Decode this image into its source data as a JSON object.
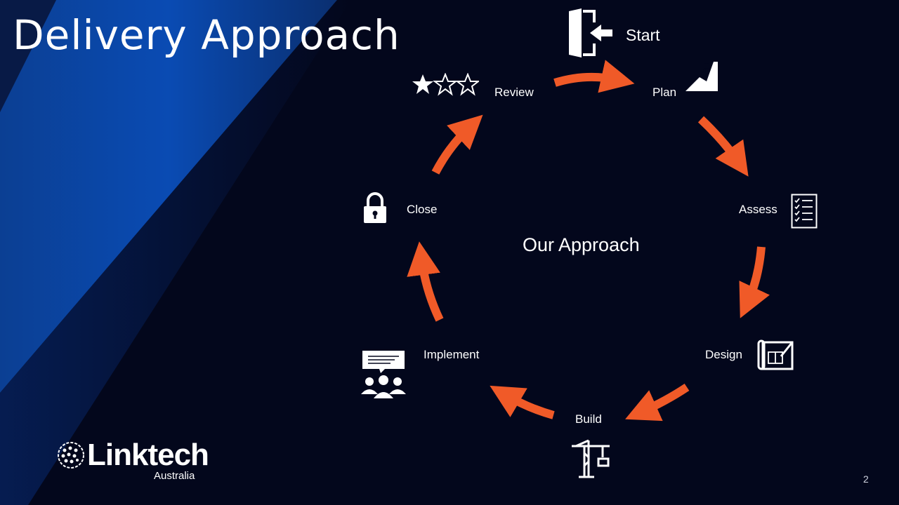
{
  "slide": {
    "title": "Delivery Approach",
    "center_label": "Our Approach",
    "page_number": "2"
  },
  "cycle": {
    "start": {
      "label": "Start",
      "icon": "door-enter-icon"
    },
    "steps": [
      {
        "label": "Plan",
        "icon": "climbing-icon"
      },
      {
        "label": "Assess",
        "icon": "checklist-icon"
      },
      {
        "label": "Design",
        "icon": "blueprint-icon"
      },
      {
        "label": "Build",
        "icon": "crane-icon"
      },
      {
        "label": "Implement",
        "icon": "presentation-team-icon"
      },
      {
        "label": "Close",
        "icon": "padlock-icon"
      },
      {
        "label": "Review",
        "icon": "star-rating-icon"
      }
    ],
    "arrow_color": "#f05a28"
  },
  "logo": {
    "name": "Linktech",
    "sub": "Australia"
  },
  "colors": {
    "background": "#03071c",
    "stripe": "#0a47a8",
    "text": "#ffffff"
  }
}
